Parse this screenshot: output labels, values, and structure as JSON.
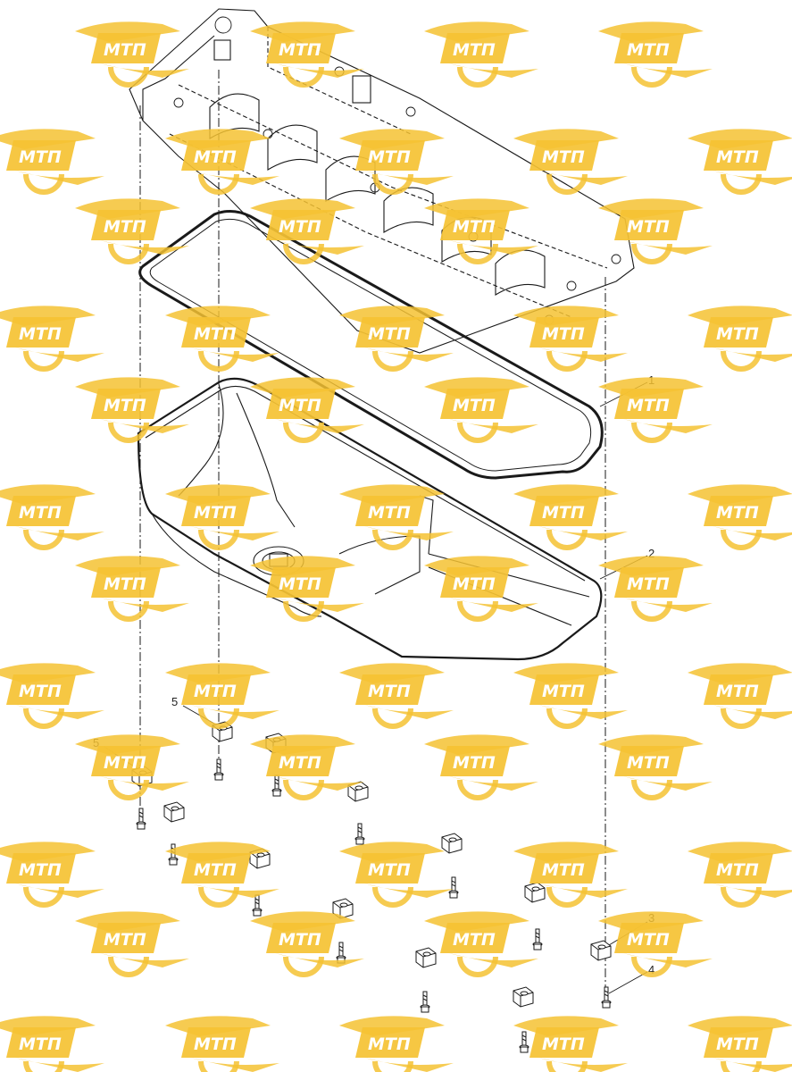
{
  "diagram": {
    "title": "",
    "callouts": [
      {
        "label": "1",
        "part": "oil-pan-gasket"
      },
      {
        "label": "2",
        "part": "oil-pan"
      },
      {
        "label": "3",
        "part": "spacer-block"
      },
      {
        "label": "4",
        "part": "flange-bolt"
      },
      {
        "label": "5",
        "part": "spacer-block"
      },
      {
        "label": "5",
        "part": "spacer-block"
      }
    ],
    "parts": [
      "engine-block-lower",
      "oil-pan-gasket",
      "oil-pan",
      "spacer-blocks",
      "flange-bolts"
    ]
  },
  "watermark": {
    "text": "МТП",
    "color": "#f5c233",
    "text_color": "#ffffff",
    "style": "logo"
  },
  "colors": {
    "line": "#1a1a1a",
    "background": "#ffffff"
  }
}
